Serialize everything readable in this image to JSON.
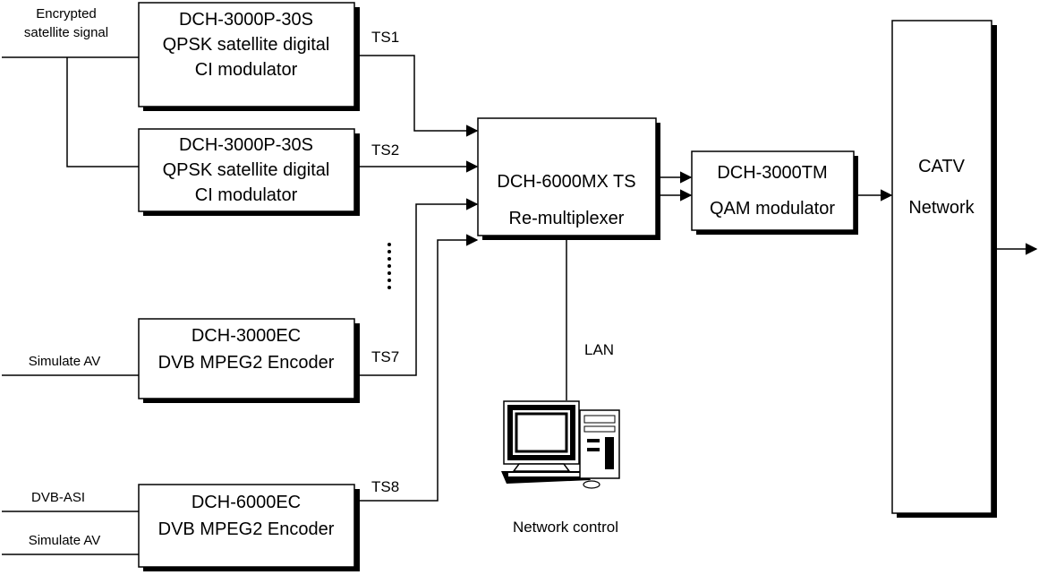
{
  "inputs": {
    "sat_signal_line1": "Encrypted",
    "sat_signal_line2": "satellite signal",
    "simulate_av_1": "Simulate AV",
    "dvb_asi": "DVB-ASI",
    "simulate_av_2": "Simulate AV"
  },
  "boxes": {
    "mod1": {
      "line1": "DCH-3000P-30S",
      "line2": "QPSK satellite digital",
      "line3": "CI modulator"
    },
    "mod2": {
      "line1": "DCH-3000P-30S",
      "line2": "QPSK satellite digital",
      "line3": "CI modulator"
    },
    "enc1": {
      "line1": "DCH-3000EC",
      "line2": "DVB MPEG2 Encoder"
    },
    "enc2": {
      "line1": "DCH-6000EC",
      "line2": "DVB MPEG2 Encoder"
    },
    "remux": {
      "line1": "DCH-6000MX TS",
      "line2": "Re-multiplexer"
    },
    "qam": {
      "line1": "DCH-3000TM",
      "line2": "QAM modulator"
    },
    "catv": {
      "line1": "CATV",
      "line2": "Network"
    }
  },
  "streams": {
    "ts1": "TS1",
    "ts2": "TS2",
    "ts7": "TS7",
    "ts8": "TS8"
  },
  "lan_label": "LAN",
  "network_control_label": "Network control"
}
